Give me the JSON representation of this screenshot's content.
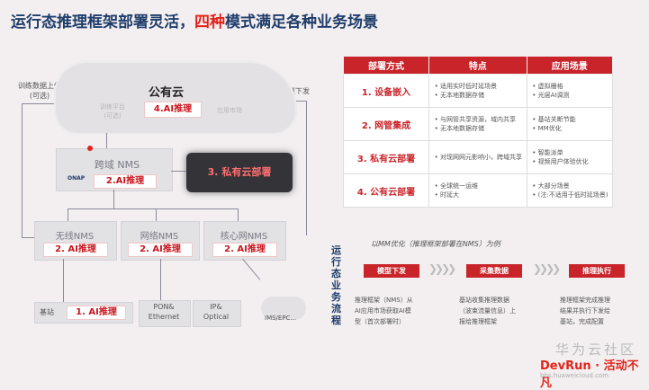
{
  "title": {
    "main": "运行态推理框架部署灵活，",
    "highlight": "四种",
    "rest": "模式满足各种业务场景"
  },
  "left": {
    "upload_label": "训练数据上传\n(可选)",
    "model_label": "模型下发",
    "cloud": {
      "label": "公有云",
      "sub1": "训练平台\n(可选)",
      "sub2": "应用市场",
      "tag": "4.AI推理"
    },
    "domain_nms": {
      "title": "跨域 NMS",
      "onap": "ONAP",
      "tag": "2.AI推理"
    },
    "private_cloud": "3. 私有云部署",
    "nms": [
      {
        "title": "无线NMS",
        "tag": "2. AI推理"
      },
      {
        "title": "网络NMS",
        "tag": "2. AI推理"
      },
      {
        "title": "核心网NMS",
        "tag": "2. AI推理"
      }
    ],
    "base": {
      "label": "基站",
      "tag": "1. AI推理"
    },
    "pon": "PON&\nEthernet",
    "ip": "IP&\nOptical",
    "ims": "IMS/EPC..."
  },
  "table": {
    "headers": [
      "部署方式",
      "特点",
      "应用场景"
    ],
    "rows": [
      {
        "mode": "1. 设备嵌入",
        "feat": [
          "适用实时低时延场景",
          "无本地数据存储"
        ],
        "scene": [
          "虚拟栅格",
          "光层AI调测"
        ]
      },
      {
        "mode": "2. 网管集成",
        "feat": [
          "与网管共享资源，域内共享",
          "无本地数据存储"
        ],
        "scene": [
          "基站关断节能",
          "MM优化"
        ]
      },
      {
        "mode": "3. 私有云部署",
        "feat": [
          "对现网网元影响小，跨域共享"
        ],
        "scene": [
          "智能派单",
          "视频用户体验优化"
        ]
      },
      {
        "mode": "4. 公有云部署",
        "feat": [
          "全球统一运维",
          "时延大"
        ],
        "scene": [
          "大部分场景",
          "(注:不适用于低时延场景)"
        ]
      }
    ]
  },
  "flow": {
    "vertical": "运行态业务流程",
    "sub": "以MM优化（推理框架部署在NMS）为例",
    "steps": [
      "模型下发",
      "采集数据",
      "推理执行"
    ],
    "desc": [
      "推理框架（NMS）从\nAI应用市场获取AI模\n型（首次部署时）",
      "基站收集推理数据\n（波束流量信息）上\n报给推理框架",
      "推理框架完成推理\n结果并执行下发给\n基站，完成配置"
    ]
  },
  "watermark": "华为云社区",
  "brand": "DevRun · 活动不凡",
  "brand_sub": "bbs.huaweicloud.com"
}
